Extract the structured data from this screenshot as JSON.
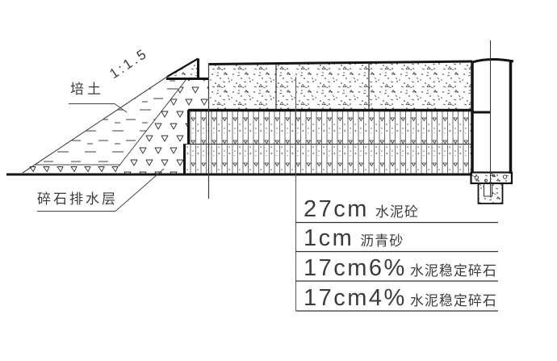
{
  "labels": {
    "fill_soil": "培土",
    "slope_ratio": "1:1.5",
    "drainage_layer": "碎石排水层"
  },
  "pavement_layers": [
    {
      "size": "27cm",
      "name": "水泥砼"
    },
    {
      "size": "1cm",
      "name": "沥青砂"
    },
    {
      "size": "17cm6%",
      "name": "水泥稳定碎石"
    },
    {
      "size": "17cm4%",
      "name": "水泥稳定碎石"
    }
  ],
  "colors": {
    "thick_line": "#141414",
    "thin_line": "#444444",
    "text": "#3b3b3b",
    "background": "#ffffff"
  }
}
